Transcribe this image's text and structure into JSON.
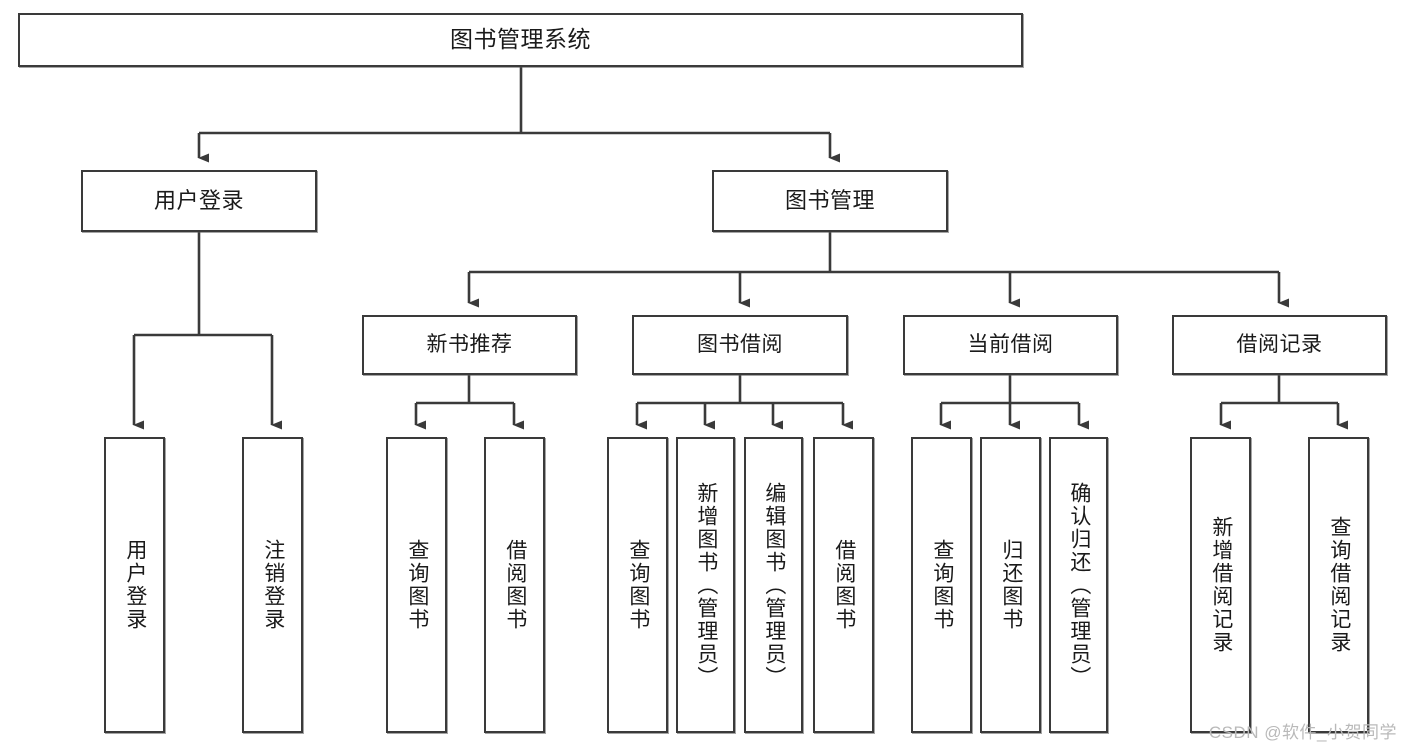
{
  "diagram": {
    "title": "图书管理系统",
    "type": "tree-hierarchy-chart",
    "watermark": "CSDN @软件_小贺同学",
    "colors": {
      "box_border": "#3a3a3a",
      "box_fill": "#ffffff",
      "connector": "#3a3a3a",
      "text": "#1a1a1a",
      "watermark": "#b9b9b9"
    },
    "root": {
      "label": "图书管理系统"
    },
    "level2": [
      {
        "label": "用户登录"
      },
      {
        "label": "图书管理"
      }
    ],
    "level3": [
      {
        "label": "新书推荐"
      },
      {
        "label": "图书借阅"
      },
      {
        "label": "当前借阅"
      },
      {
        "label": "借阅记录"
      }
    ],
    "leaves": {
      "user_login": [
        {
          "label": "用户登录"
        },
        {
          "label": "注销登录"
        }
      ],
      "new_book_recommend": [
        {
          "label": "查询图书"
        },
        {
          "label": "借阅图书"
        }
      ],
      "book_borrow": [
        {
          "label": "查询图书"
        },
        {
          "label": "新增图书（管理员）"
        },
        {
          "label": "编辑图书（管理员）"
        },
        {
          "label": "借阅图书"
        }
      ],
      "current_borrow": [
        {
          "label": "查询图书"
        },
        {
          "label": "归还图书"
        },
        {
          "label": "确认归还（管理员）"
        }
      ],
      "borrow_record": [
        {
          "label": "新增借阅记录"
        },
        {
          "label": "查询借阅记录"
        }
      ]
    }
  }
}
